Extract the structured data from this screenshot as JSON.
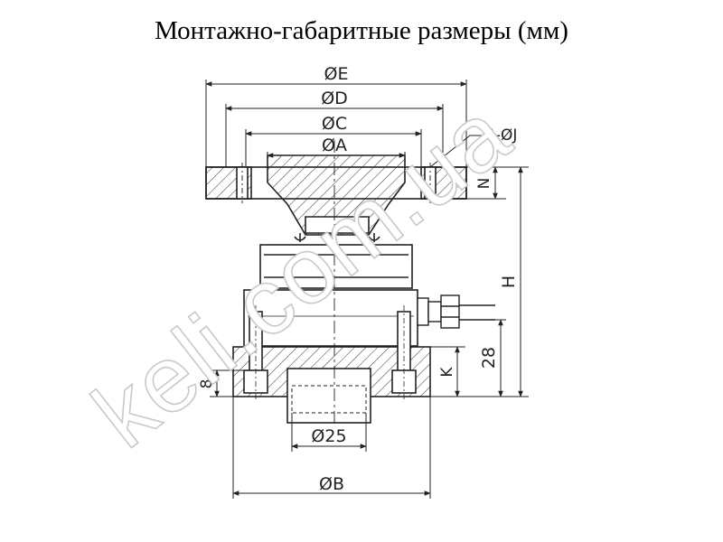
{
  "title": "Монтажно-габаритные размеры (мм)",
  "dimensions": {
    "E": "ØE",
    "D": "ØD",
    "C": "ØC",
    "A": "ØA",
    "holes": "4-ØJ",
    "N": "N",
    "H": "H",
    "h28": "28",
    "K": "K",
    "h8": "8",
    "d25": "Ø25",
    "B": "ØB"
  },
  "watermark": "keli.com.ua"
}
